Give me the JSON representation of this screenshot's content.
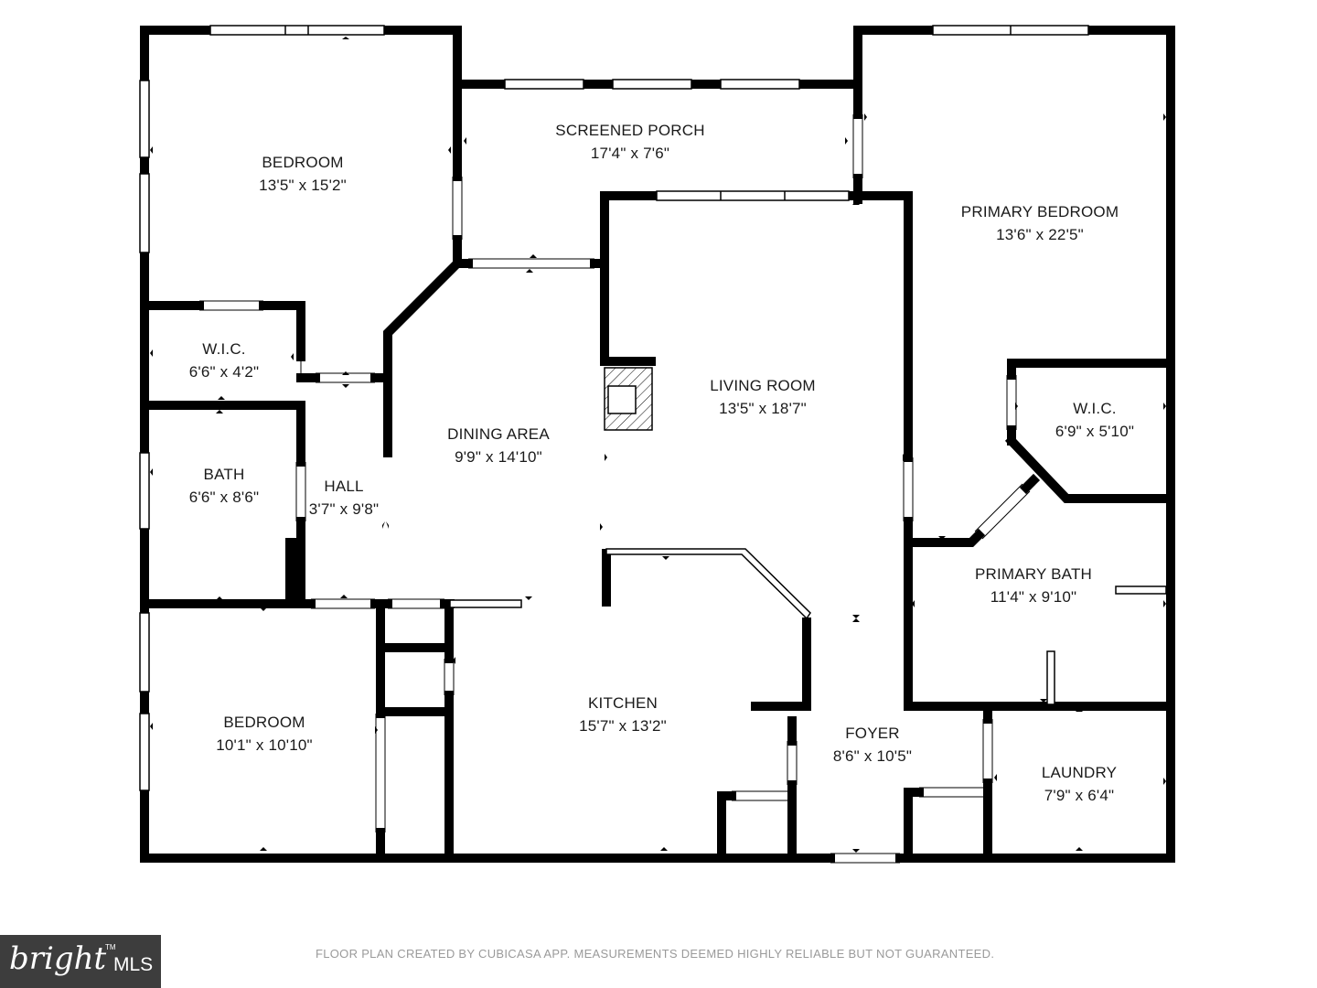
{
  "rooms": [
    {
      "id": "bedroom-1",
      "name": "BEDROOM",
      "dims": "13'5\" x 15'2\""
    },
    {
      "id": "screened-porch",
      "name": "SCREENED PORCH",
      "dims": "17'4\" x 7'6\""
    },
    {
      "id": "primary-bedroom",
      "name": "PRIMARY BEDROOM",
      "dims": "13'6\" x 22'5\""
    },
    {
      "id": "wic-1",
      "name": "W.I.C.",
      "dims": "6'6\" x 4'2\""
    },
    {
      "id": "living-room",
      "name": "LIVING ROOM",
      "dims": "13'5\" x 18'7\""
    },
    {
      "id": "wic-2",
      "name": "W.I.C.",
      "dims": "6'9\" x 5'10\""
    },
    {
      "id": "dining-area",
      "name": "DINING AREA",
      "dims": "9'9\" x 14'10\""
    },
    {
      "id": "bath",
      "name": "BATH",
      "dims": "6'6\" x 8'6\""
    },
    {
      "id": "hall",
      "name": "HALL",
      "dims": "3'7\" x 9'8\""
    },
    {
      "id": "primary-bath",
      "name": "PRIMARY BATH",
      "dims": "11'4\" x 9'10\""
    },
    {
      "id": "kitchen",
      "name": "KITCHEN",
      "dims": "15'7\" x 13'2\""
    },
    {
      "id": "bedroom-2",
      "name": "BEDROOM",
      "dims": "10'1\" x 10'10\""
    },
    {
      "id": "foyer",
      "name": "FOYER",
      "dims": "8'6\" x 10'5\""
    },
    {
      "id": "laundry",
      "name": "LAUNDRY",
      "dims": "7'9\" x 6'4\""
    }
  ],
  "disclaimer": "FLOOR PLAN CREATED BY CUBICASA APP. MEASUREMENTS DEEMED HIGHLY RELIABLE BUT NOT GUARANTEED.",
  "logo": {
    "word": "bright",
    "tm": "TM",
    "mls": "MLS"
  },
  "colors": {
    "wall": "#000000",
    "background": "#ffffff",
    "text": "#1a1a1a",
    "disclaimer": "#9a9a9a",
    "logo_bg": "#3d3d3d"
  }
}
